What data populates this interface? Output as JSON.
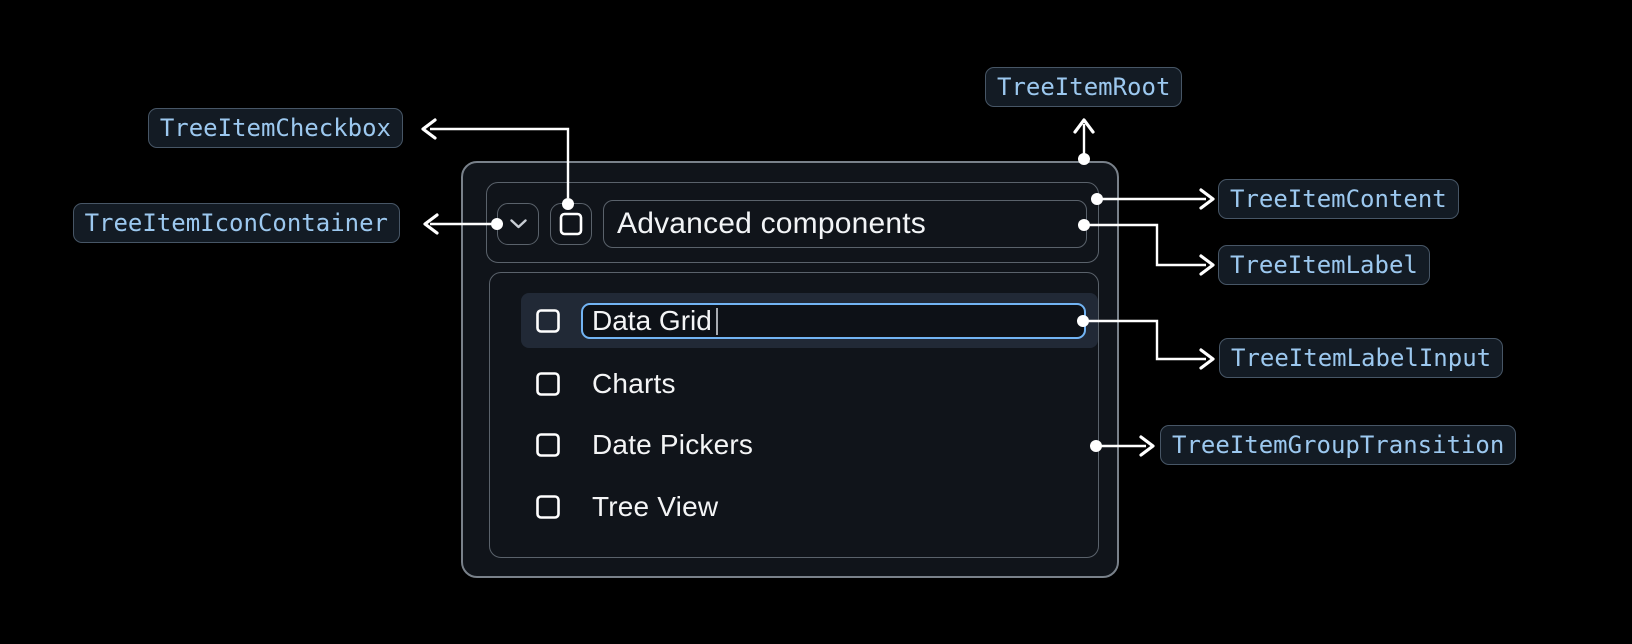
{
  "annotations": {
    "root": {
      "label": "TreeItemRoot"
    },
    "content": {
      "label": "TreeItemContent"
    },
    "label": {
      "label": "TreeItemLabel"
    },
    "label_input": {
      "label": "TreeItemLabelInput"
    },
    "group_transition": {
      "label": "TreeItemGroupTransition"
    },
    "checkbox": {
      "label": "TreeItemCheckbox"
    },
    "icon_container": {
      "label": "TreeItemIconContainer"
    }
  },
  "tree": {
    "parent": {
      "label": "Advanced components",
      "expanded": true,
      "checked": false
    },
    "children": [
      {
        "label": "Data Grid",
        "editing": true,
        "checked": false
      },
      {
        "label": "Charts",
        "editing": false,
        "checked": false
      },
      {
        "label": "Date Pickers",
        "editing": false,
        "checked": false
      },
      {
        "label": "Tree View",
        "editing": false,
        "checked": false
      }
    ]
  },
  "icons": {
    "expand": "chevron-down-icon",
    "checkbox": "checkbox-unchecked-icon"
  },
  "colors": {
    "page_background": "#000000",
    "root_background": "#10141a",
    "root_border": "#79818a",
    "inner_border": "#5a626b",
    "selected_row_background": "#212936",
    "input_border_focus": "#72b4f4",
    "input_background": "#0d1117",
    "text_primary": "#f4f5f6",
    "badge_text": "#9cc8ef",
    "badge_background": "#131b24",
    "badge_border": "#475666",
    "connector": "#ffffff"
  }
}
